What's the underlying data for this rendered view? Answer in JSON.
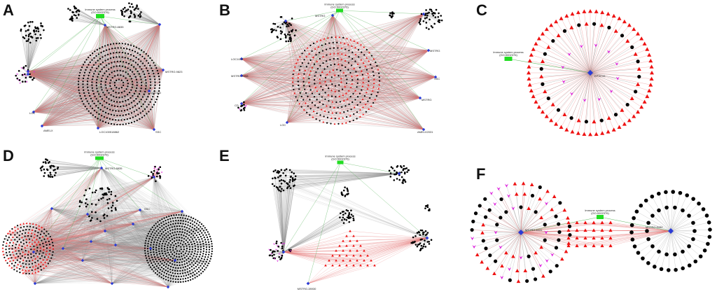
{
  "panels": [
    {
      "label": "A",
      "term": "Immune system process",
      "term_id": "(GO:0002376)",
      "genes": [
        "MSTRG.8835",
        "MSTRG.9823",
        "LOC",
        "SSC",
        "LOC100",
        "AMELX",
        "LOC100518862"
      ]
    },
    {
      "label": "B",
      "term": "Immune system process",
      "term_id": "(GO:0002376)",
      "genes": [
        "MSTRG",
        "MSTRG",
        "SSC",
        "MSTRG.9358",
        "LOC1005",
        "MSTRG",
        "LOC",
        "CD",
        "AMELX2031"
      ]
    },
    {
      "label": "C",
      "term": "Immune system process",
      "term_id": "(GO:0002376)",
      "genes": [
        "EPSC10"
      ]
    },
    {
      "label": "D",
      "term": "Immune system process",
      "term_id": "(GO:0002376)",
      "genes": [
        "MSTRG.8835",
        "SSC"
      ]
    },
    {
      "label": "E",
      "term": "Immune system process",
      "term_id": "(GO:0002376)",
      "genes": [
        "MSTRG.28930"
      ]
    },
    {
      "label": "F",
      "term": "Immune system process",
      "term_id": "(GO:0002376)",
      "genes": [
        "MSTRG.8431",
        "MSTRG.8432"
      ]
    }
  ],
  "colors": {
    "edge_gray": "#8c8c8c",
    "edge_red": "#e57373",
    "edge_green": "#4caf50",
    "hub": "#2b3bd6",
    "term_box": "#22dd22",
    "node_black": "#000000",
    "node_red": "#ee1111",
    "node_magenta": "#dd22dd"
  }
}
